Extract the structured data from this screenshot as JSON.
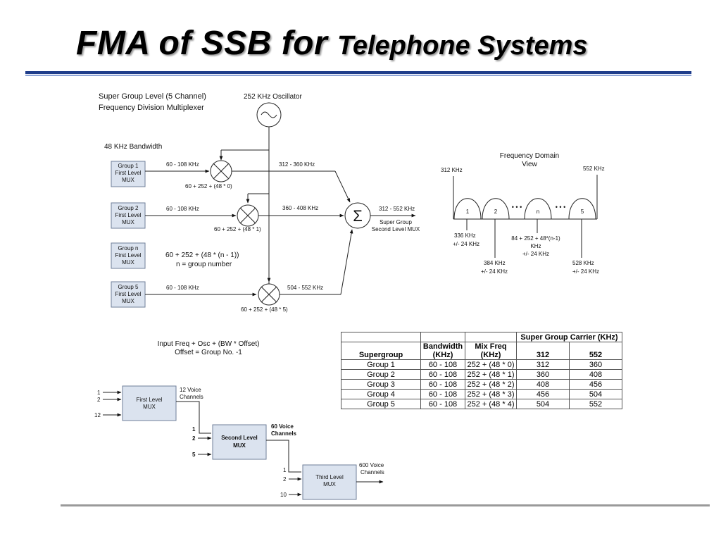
{
  "slide": {
    "title_part1": "FMA of SSB for ",
    "title_part2": "Telephone Systems"
  },
  "fdm_diagram": {
    "heading_line1": "Super Group Level (5 Channel)",
    "heading_line2": "Frequency Division Multiplexer",
    "oscillator_label": "252 KHz Oscillator",
    "bandwidth_label": "48 KHz Bandwidth",
    "groups": [
      {
        "line1": "Group 1",
        "line2": "First Level",
        "line3": "MUX",
        "input": "60 - 108 KHz",
        "mix": "60 + 252 + (48 * 0)",
        "output": "312 - 360 KHz"
      },
      {
        "line1": "Group 2",
        "line2": "First Level",
        "line3": "MUX",
        "input": "60 - 108 KHz",
        "mix": "60 + 252 + (48 * 1)",
        "output": "360 - 408 KHz"
      },
      {
        "line1": "Group n",
        "line2": "First Level",
        "line3": "MUX"
      },
      {
        "line1": "Group 5",
        "line2": "First Level",
        "line3": "MUX",
        "input": "60 - 108 KHz",
        "mix": "60 + 252 + (48 * 5)",
        "output": "504 - 552 KHz"
      }
    ],
    "formula_line1": "60 + 252 + (48 * (n - 1))",
    "formula_line2": "n = group number",
    "sum_symbol": "Σ",
    "sum_output": "312 - 552 KHz",
    "sum_label_line1": "Super Group",
    "sum_label_line2": "Second Level MUX"
  },
  "freq_view": {
    "title_line1": "Frequency Domain",
    "title_line2": "View",
    "left_edge": "312 KHz",
    "right_edge": "552 KHz",
    "lobes": [
      "1",
      "2",
      "n",
      "5"
    ],
    "dots": "• • •",
    "annotations": [
      {
        "line1": "336 KHz",
        "line2": "+/- 24 KHz"
      },
      {
        "line1": "384 KHz",
        "line2": "+/- 24 KHz"
      },
      {
        "line1": "84 + 252 + 48*(n-1)",
        "line2": "KHz",
        "line3": "+/- 24 KHz"
      },
      {
        "line1": "528 KHz",
        "line2": "+/- 24 KHz"
      }
    ]
  },
  "hierarchy": {
    "formula_line1": "Input Freq +  Osc + (BW * Offset)",
    "formula_line2": "Offset = Group No. -1",
    "first": {
      "line1": "First Level",
      "line2": "MUX",
      "inputs": [
        "1",
        "2",
        "12"
      ],
      "output_line1": "12 Voice",
      "output_line2": "Channels"
    },
    "second": {
      "line1": "Second Level",
      "line2": "MUX",
      "inputs": [
        "1",
        "2",
        "5"
      ],
      "output_line1": "60 Voice",
      "output_line2": "Channels"
    },
    "third": {
      "line1": "Third Level",
      "line2": "MUX",
      "inputs": [
        "1",
        "2",
        "10"
      ],
      "output_line1": "600 Voice",
      "output_line2": "Channels"
    }
  },
  "table": {
    "super_header": "Super Group Carrier (KHz)",
    "headers": [
      "Supergroup",
      "Bandwidth (KHz)",
      "Mix Freq (KHz)",
      "312",
      "552"
    ],
    "rows": [
      [
        "Group 1",
        "60 - 108",
        "252 + (48 * 0)",
        "312",
        "360"
      ],
      [
        "Group 2",
        "60 - 108",
        "252 + (48 * 1)",
        "360",
        "408"
      ],
      [
        "Group 3",
        "60 - 108",
        "252 + (48 * 2)",
        "408",
        "456"
      ],
      [
        "Group 4",
        "60 - 108",
        "252 + (48 * 3)",
        "456",
        "504"
      ],
      [
        "Group 5",
        "60 - 108",
        "252 + (48 * 4)",
        "504",
        "552"
      ]
    ]
  }
}
